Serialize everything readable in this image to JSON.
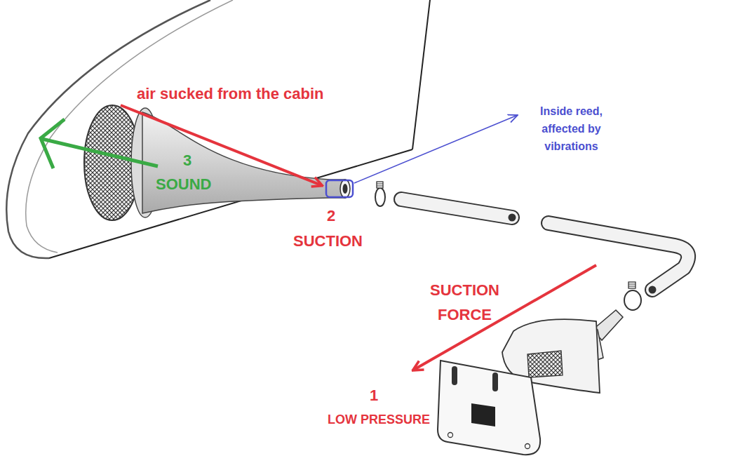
{
  "diagram": {
    "labels": [
      "air sucked from the cabin",
      "Inside reed, affected by vibrations",
      "3",
      "SOUND",
      "2",
      "SUCTION",
      "SUCTION FORCE",
      "1",
      "LOW PRESSURE"
    ]
  }
}
